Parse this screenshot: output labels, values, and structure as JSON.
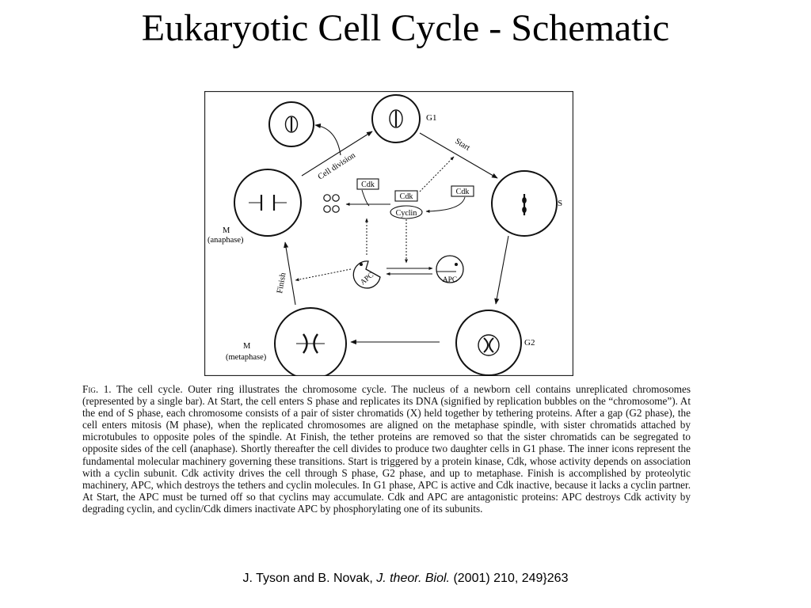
{
  "title": "Eukaryotic Cell Cycle -  Schematic",
  "diagram": {
    "labels": {
      "g1": "G1",
      "s": "S",
      "g2": "G2",
      "m_anaphase": "M",
      "anaphase": "(anaphase)",
      "m_metaphase": "M",
      "metaphase": "(metaphase)"
    },
    "transitions": {
      "cell_division": "Cell division",
      "start": "Start",
      "finish": "Finish"
    },
    "molecules": {
      "cdk_left": "Cdk",
      "cdk_center": "Cdk",
      "cyclin": "Cyclin",
      "cdk_right": "Cdk",
      "apc_active": "APC",
      "apc_inactive": "APC"
    }
  },
  "caption": {
    "fig_label": "Fig. 1.",
    "text": "The cell cycle. Outer ring illustrates the chromosome cycle. The nucleus of a newborn cell contains unreplicated chromosomes (represented by a single bar). At Start, the cell enters S phase and replicates its DNA (signified by replication bubbles on the “chromosome”). At the end of S phase, each chromosome consists of a pair of sister chromatids (X) held together by tethering proteins. After a gap (G2 phase), the cell enters mitosis (M phase), when the replicated chromosomes are aligned on the metaphase spindle, with sister chromatids attached by microtubules to opposite poles of the spindle. At Finish, the tether proteins are removed so that the sister chromatids can be segregated to opposite sides of the cell (anaphase). Shortly thereafter the cell divides to produce two daughter cells in G1 phase. The inner icons represent the fundamental molecular machinery governing these transitions. Start is triggered by a protein kinase, Cdk, whose activity depends on association with a cyclin subunit. Cdk activity drives the cell through S phase, G2 phase, and up to metaphase. Finish is accomplished by proteolytic machinery, APC, which destroys the tethers and cyclin molecules. In G1 phase, APC is active and Cdk inactive, because it lacks a cyclin partner. At Start, the APC must be turned off so that cyclins may accumulate. Cdk and APC are antagonistic proteins: APC destroys Cdk activity by degrading cyclin, and cyclin/Cdk dimers inactivate APC by phosphorylating one of its subunits."
  },
  "citation": {
    "authors": "J. Tyson and B. Novak,",
    "journal": "J. theor. Biol.",
    "details": "(2001) 210, 249}263"
  }
}
